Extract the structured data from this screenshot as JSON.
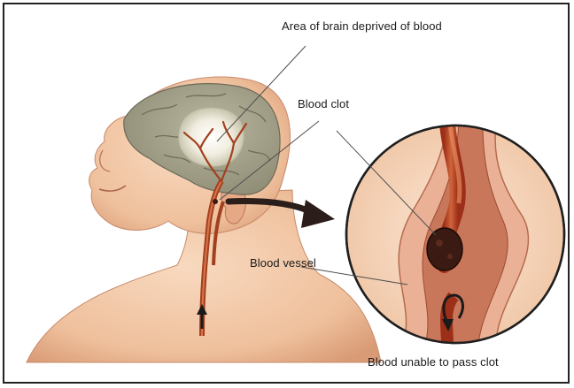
{
  "labels": {
    "area_deprived": "Area of brain deprived of blood",
    "blood_clot": "Blood clot",
    "blood_vessel": "Blood vessel",
    "unable_to_pass": "Blood unable to pass clot"
  },
  "colors": {
    "skin": "#f2c9a8",
    "skin_shadow": "#d89b78",
    "brain": "#a8a58e",
    "brain_fold": "#7e7c6a",
    "ischemic_area": "#f4f1e6",
    "artery": "#b24a25",
    "artery_light": "#d9744a",
    "clot": "#3a1a12",
    "lens_bg": "#f7dcc6",
    "vessel_wall": "#e8a88c",
    "arrow": "#2b1d1a",
    "leader_line": "#555555"
  }
}
